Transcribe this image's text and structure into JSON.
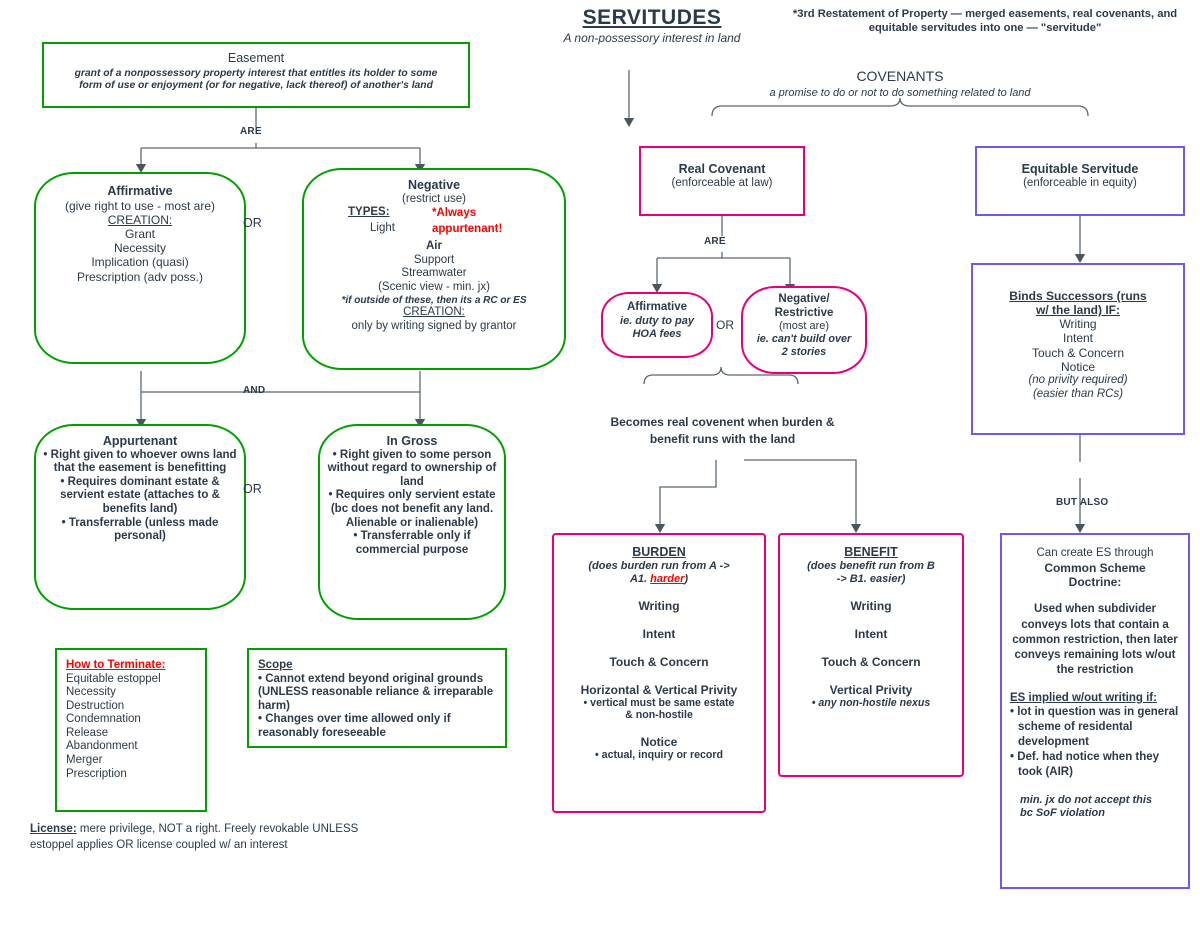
{
  "header": {
    "title": "SERVITUDES",
    "subtitle": "A non-possessory interest in land",
    "note": "*3rd Restatement of Property — merged easements, real covenants, and equitable servitudes into one — \"servitude\""
  },
  "covenants_header": {
    "title": "COVENANTS",
    "subtitle": "a promise to do or not to do something related to land"
  },
  "connectors": {
    "are_easement": "ARE",
    "or_easement": "OR",
    "and_easement": "AND",
    "or_appurtenant": "OR",
    "are_covenant": "ARE",
    "or_covenant": "OR",
    "but_also": "BUT ALSO"
  },
  "easement": {
    "title": "Easement",
    "definition_line1": "grant of a nonpossessory property interest that entitles its holder to some",
    "definition_line2": "form of use or enjoyment (or for negative, lack thereof) of another's land"
  },
  "affirmative": {
    "title": "Affirmative",
    "sub": "(give right to use - most are)",
    "creation_label": "CREATION:",
    "items": [
      "Grant",
      "Necessity",
      "Implication (quasi)",
      "Prescription (adv poss.)"
    ]
  },
  "negative": {
    "title": "Negative",
    "sub": "(restrict use)",
    "types_label": "TYPES:",
    "always_appurtenant": "*Always appurtenant!",
    "types": [
      "Light",
      "Air",
      "Support",
      "Streamwater",
      "(Scenic view - min. jx)"
    ],
    "footnote": "*if outside of these, then its a RC or ES",
    "creation_label": "CREATION:",
    "creation_text": "only by writing signed by grantor"
  },
  "appurtenant": {
    "title": "Appurtenant",
    "bullets": [
      "• Right given to whoever owns land that the easement is benefitting",
      "• Requires dominant estate & servient estate (attaches to & benefits land)",
      "• Transferrable (unless made personal)"
    ]
  },
  "in_gross": {
    "title": "In Gross",
    "bullets": [
      "• Right given to some person without regard to ownership of land",
      "• Requires only servient estate (bc does not benefit any land. Alienable or inalienable)",
      "• Transferrable only if commercial purpose"
    ]
  },
  "terminate": {
    "title": "How to Terminate:",
    "items": [
      "Equitable estoppel",
      "Necessity",
      "Destruction",
      "Condemnation",
      "Release",
      "Abandonment",
      "Merger",
      "Prescription"
    ]
  },
  "scope": {
    "title": "Scope",
    "bullets": [
      "• Cannot extend beyond original grounds (UNLESS reasonable reliance & irreparable harm)",
      "• Changes over time allowed only if reasonably foreseeable"
    ]
  },
  "license": {
    "label": "License:",
    "text": " mere privilege, NOT a right. Freely revokable UNLESS estoppel applies OR license coupled w/ an interest"
  },
  "real_covenant": {
    "title": "Real Covenant",
    "sub": "(enforceable at law)"
  },
  "rc_affirmative": {
    "title": "Affirmative",
    "line1": "ie. duty to pay",
    "line2": "HOA fees"
  },
  "rc_negative": {
    "title_line1": "Negative/",
    "title_line2": "Restrictive",
    "sub": "(most are)",
    "example_line1": "ie. can't build over",
    "example_line2": "2 stories"
  },
  "becomes_rc": {
    "line1": "Becomes real covenent",
    "line2": "when burden & benefit",
    "line3": "runs with the land"
  },
  "burden": {
    "title": "BURDEN",
    "sub_line1": "(does burden run from A ->",
    "sub_line2a": "A1. ",
    "sub_red": "harder",
    "sub_line2b": ")",
    "elements": [
      "Writing",
      "Intent",
      "Touch & Concern"
    ],
    "privity": "Horizontal & Vertical Privity",
    "privity_note_l1": "• vertical must be same estate",
    "privity_note_l2": "& non-hostile",
    "notice": "Notice",
    "notice_note": "• actual, inquiry or record"
  },
  "benefit": {
    "title": "BENEFIT",
    "sub_line1": "(does benefit run from B",
    "sub_line2": "-> B1. easier)",
    "elements": [
      "Writing",
      "Intent",
      "Touch & Concern"
    ],
    "privity": "Vertical Privity",
    "privity_note": "• any non-hostile nexus"
  },
  "equitable_servitude": {
    "title": "Equitable Servitude",
    "sub": "(enforceable in equity)"
  },
  "binds": {
    "title_line1": "Binds Successors (runs",
    "title_line2": "w/ the land) IF:",
    "items": [
      "Writing",
      "Intent",
      "Touch & Concern",
      "Notice"
    ],
    "note1": "(no privity required)",
    "note2": "(easier than RCs)"
  },
  "common_scheme": {
    "intro": "Can create ES through",
    "title_line1": "Common Scheme",
    "title_line2": "Doctrine:",
    "body": "Used when subdivider conveys lots that contain a common restriction, then later conveys remaining lots w/out the restriction",
    "implied_label": "ES implied w/out writing if:",
    "implied_bullets": [
      "• lot in question was in general scheme of residental development",
      "• Def. had notice when they took (AIR)"
    ],
    "minority_note_l1": "min. jx do not accept this",
    "minority_note_l2": "bc SoF violation"
  },
  "colors": {
    "green": "#00a000",
    "pink": "#e6007e",
    "blue": "#6a5aee",
    "red": "#ff0000",
    "text": "#2b3a4a",
    "wire": "#5a6672"
  }
}
